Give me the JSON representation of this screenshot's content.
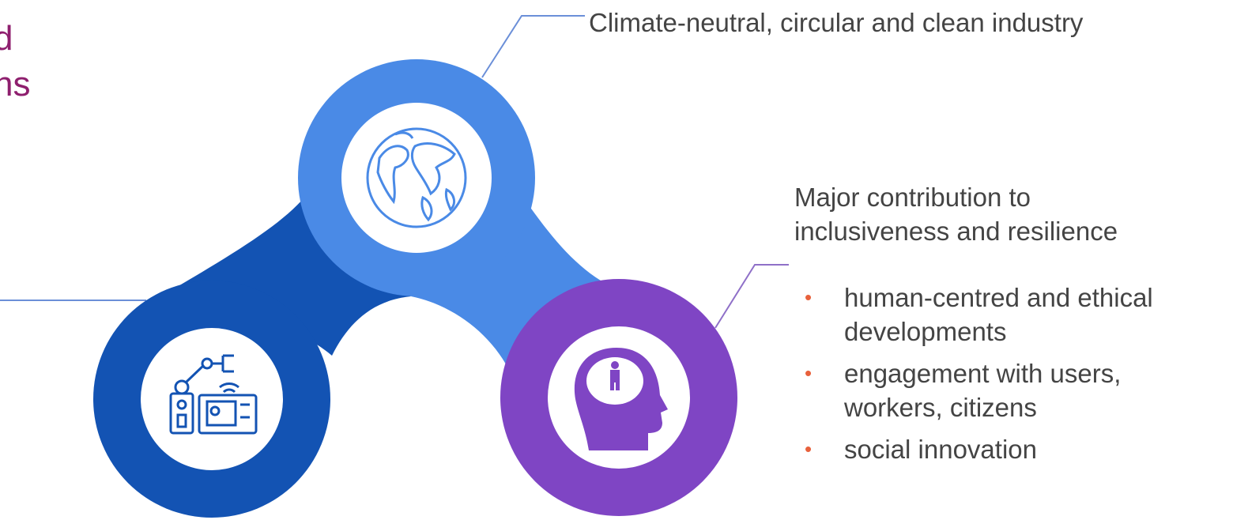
{
  "colors": {
    "globe_circle": "#4a8ae6",
    "robot_circle": "#1353b3",
    "head_circle": "#7f45c4",
    "connector_lines": "#6b8fd8",
    "title_fragment": "#8e1f6e",
    "bullet_dot": "#e8613c",
    "label_text": "#444444"
  },
  "title_fragment": {
    "line1": "d",
    "line2": "ns"
  },
  "nodes": {
    "globe": {
      "icon": "globe-icon",
      "label": "Climate-neutral, circular and clean industry"
    },
    "robot": {
      "icon": "robot-arm-icon"
    },
    "head": {
      "icon": "human-head-icon",
      "label_line1": "Major contribution to",
      "label_line2": "inclusiveness and resilience",
      "bullets": [
        {
          "line1": "human-centred and ethical",
          "line2": "developments"
        },
        {
          "line1": "engagement with users,",
          "line2": "workers, citizens"
        },
        {
          "line1": "social innovation",
          "line2": ""
        }
      ]
    }
  }
}
